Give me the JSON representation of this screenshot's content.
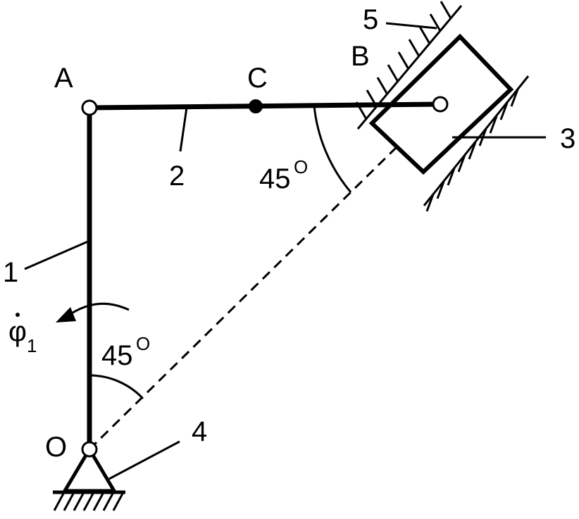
{
  "diagram": {
    "points": {
      "A": "A",
      "B": "B",
      "C": "C",
      "O": "O"
    },
    "links": {
      "one": "1",
      "two": "2",
      "three": "3",
      "four": "4",
      "five": "5"
    },
    "angles": {
      "top": {
        "value": "45",
        "unit": "O"
      },
      "bottom": {
        "value": "45",
        "unit": "O"
      }
    },
    "angular_velocity": {
      "symbol": "φ",
      "subscript": "1"
    },
    "colors": {
      "line": "#000000",
      "background": "#ffffff"
    }
  }
}
